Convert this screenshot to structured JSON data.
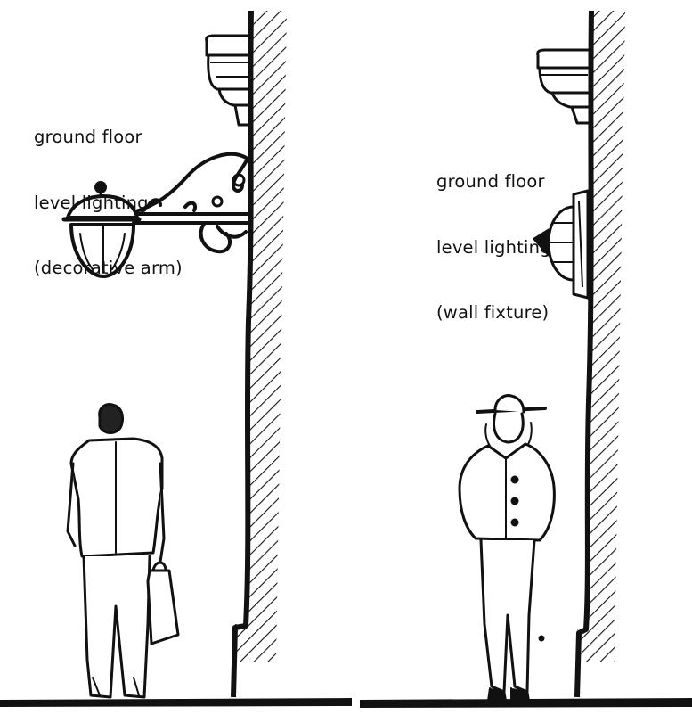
{
  "panels": {
    "left": {
      "label_lines": [
        "ground floor",
        "level lighting",
        "(decorative arm)"
      ]
    },
    "right": {
      "label_lines": [
        "ground floor",
        "level lighting",
        "(wall fixture)"
      ]
    }
  },
  "colors": {
    "ink": "#111111",
    "background": "#ffffff"
  }
}
